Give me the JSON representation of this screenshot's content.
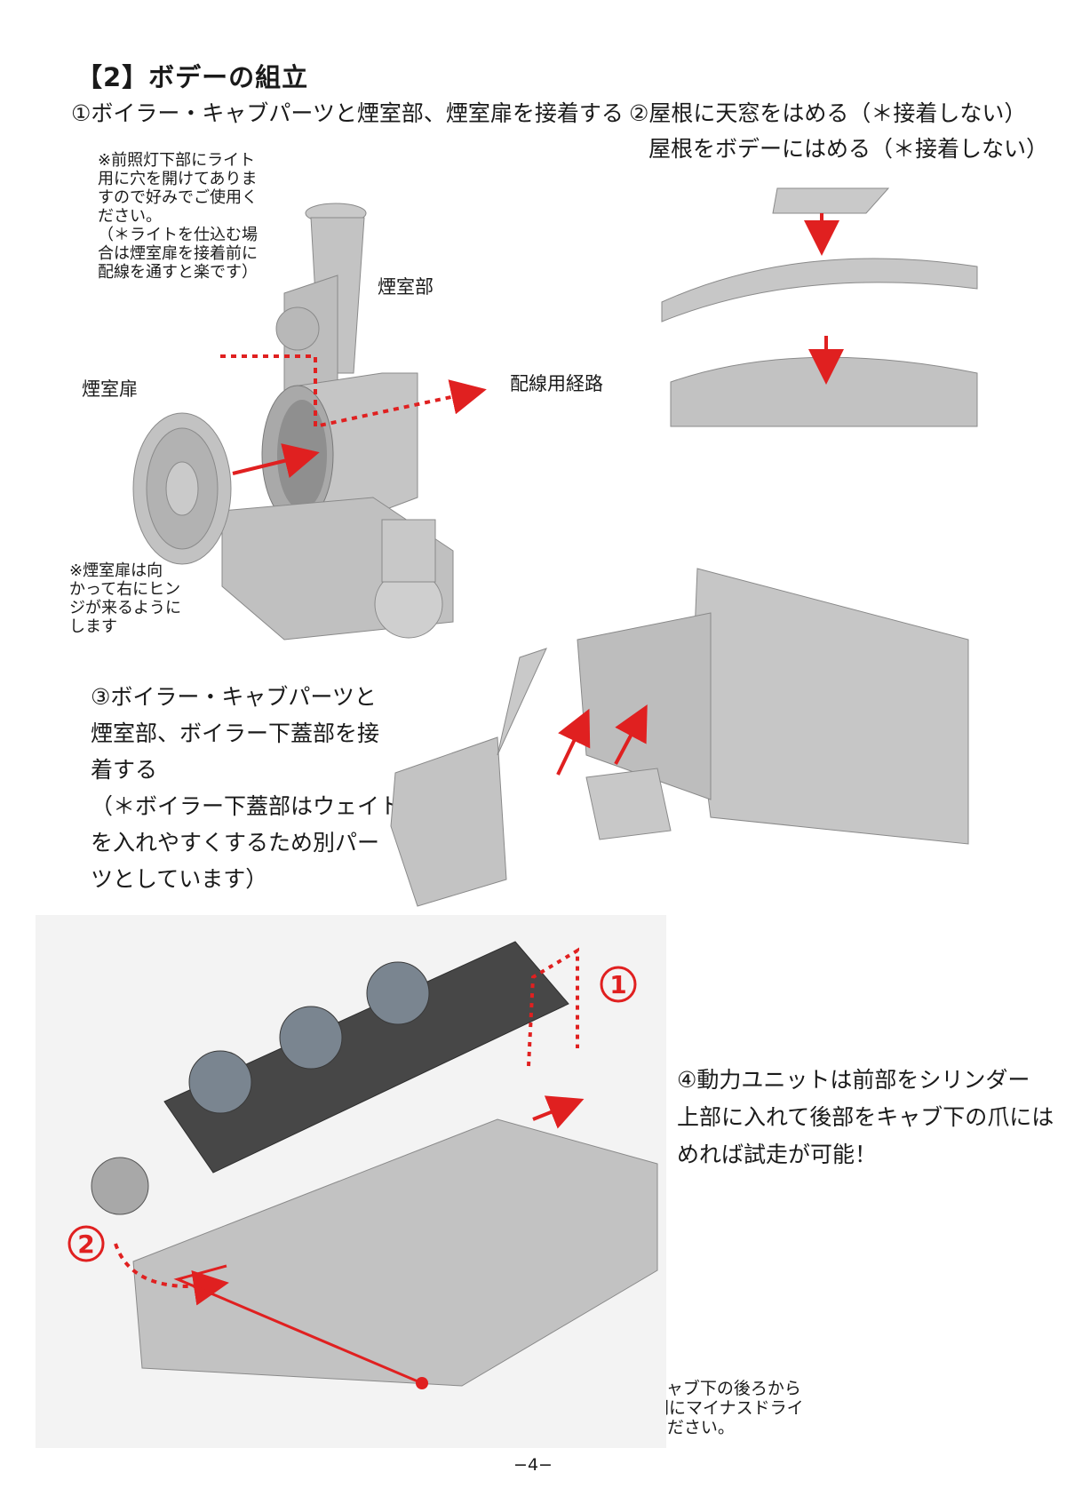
{
  "section_title": "【2】ボデーの組立",
  "step1": {
    "heading": "①ボイラー・キャブパーツと煙室部、煙室扉を接着する",
    "note_top": [
      "※前照灯下部にライト",
      "用に穴を開けてありま",
      "すので好みでご使用く",
      "ださい。",
      "（＊ライトを仕込む場",
      "合は煙室扉を接着前に",
      "配線を通すと楽です）"
    ],
    "label_smokebox": "煙室部",
    "label_door": "煙室扉",
    "label_wiring": "配線用経路",
    "note_hinge": [
      "※煙室扉は向",
      "かって右にヒン",
      "ジが来るように",
      "します"
    ]
  },
  "step2": {
    "line1": "②屋根に天窓をはめる（＊接着しない）",
    "line2": "屋根をボデーにはめる（＊接着しない）"
  },
  "step3": {
    "lines": [
      "③ボイラー・キャブパーツと",
      "煙室部、ボイラー下蓋部を接",
      "着する",
      "（＊ボイラー下蓋部はウェイト",
      "を入れやすくするため別パー",
      "ツとしています）"
    ]
  },
  "step4": {
    "lines": [
      "④動力ユニットは前部をシリンダー",
      "上部に入れて後部をキャブ下の爪には",
      "めれば試走が可能！"
    ],
    "marker1": "1",
    "marker2": "2",
    "note_remove": [
      "※動力ユニットを外す時はキャブ下の後ろから",
      "ボデーと動力ユニットの隙間にマイナスドライ",
      "バーなどを入れてこじってください。"
    ]
  },
  "page_number": "−4−"
}
